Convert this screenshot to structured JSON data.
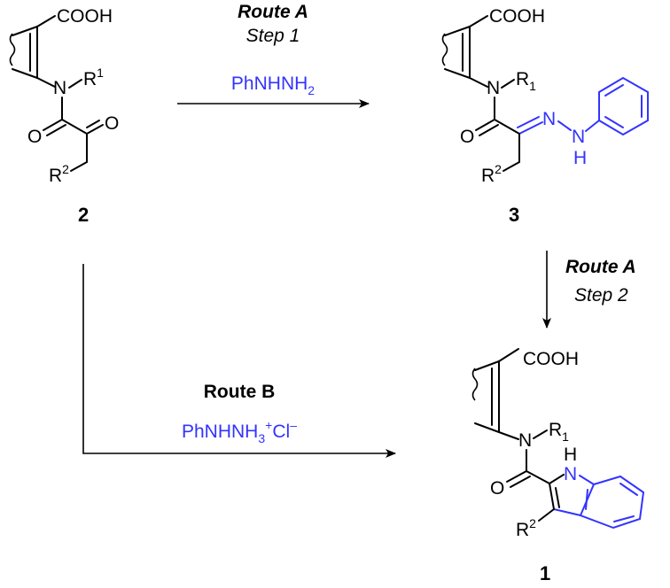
{
  "compounds": {
    "c2": {
      "label": "2",
      "acid": "COOH",
      "n": "N",
      "r1": "R",
      "r1_sup": "1",
      "o1": "O",
      "o2": "O",
      "r2": "R",
      "r2_sup": "2"
    },
    "c3": {
      "label": "3",
      "acid": "COOH",
      "n": "N",
      "r1": "R",
      "r1_sub": "1",
      "o": "O",
      "n_imine": "N",
      "n_h": "N",
      "h": "H",
      "r2": "R",
      "r2_sup": "2"
    },
    "c1": {
      "label": "1",
      "acid": "COOH",
      "n": "N",
      "r1": "R",
      "r1_sub": "1",
      "o": "O",
      "nh_h": "H",
      "nh_n": "N",
      "r2": "R",
      "r2_sup": "2"
    }
  },
  "routes": {
    "a_step1": {
      "title": "Route A",
      "step": "Step 1",
      "reagent_main": "PhNHNH",
      "reagent_sub": "2"
    },
    "a_step2": {
      "title": "Route A",
      "step": "Step 2"
    },
    "b": {
      "title": "Route B",
      "reagent_main": "PhNHNH",
      "reagent_sub": "3",
      "reagent_sup": "+",
      "reagent_tail": "Cl",
      "reagent_tail_sup": "–"
    }
  },
  "colors": {
    "reagent": "#3333ff",
    "structure": "#000000"
  }
}
